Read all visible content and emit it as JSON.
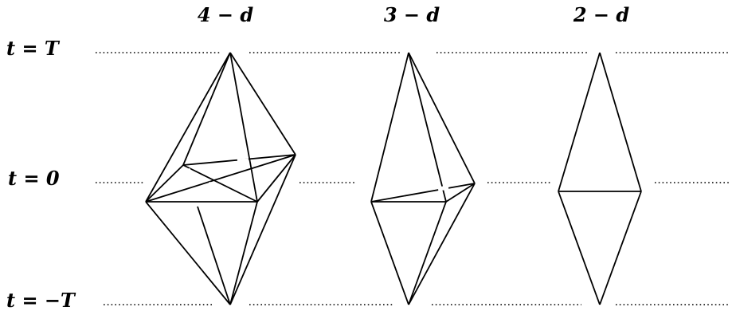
{
  "time_labels": {
    "top": "t = T",
    "middle": "t = 0",
    "bottom": "t = −T"
  },
  "dimension_labels": {
    "four_d": "4 − d",
    "three_d": "3 − d",
    "two_d": "2 − d"
  }
}
